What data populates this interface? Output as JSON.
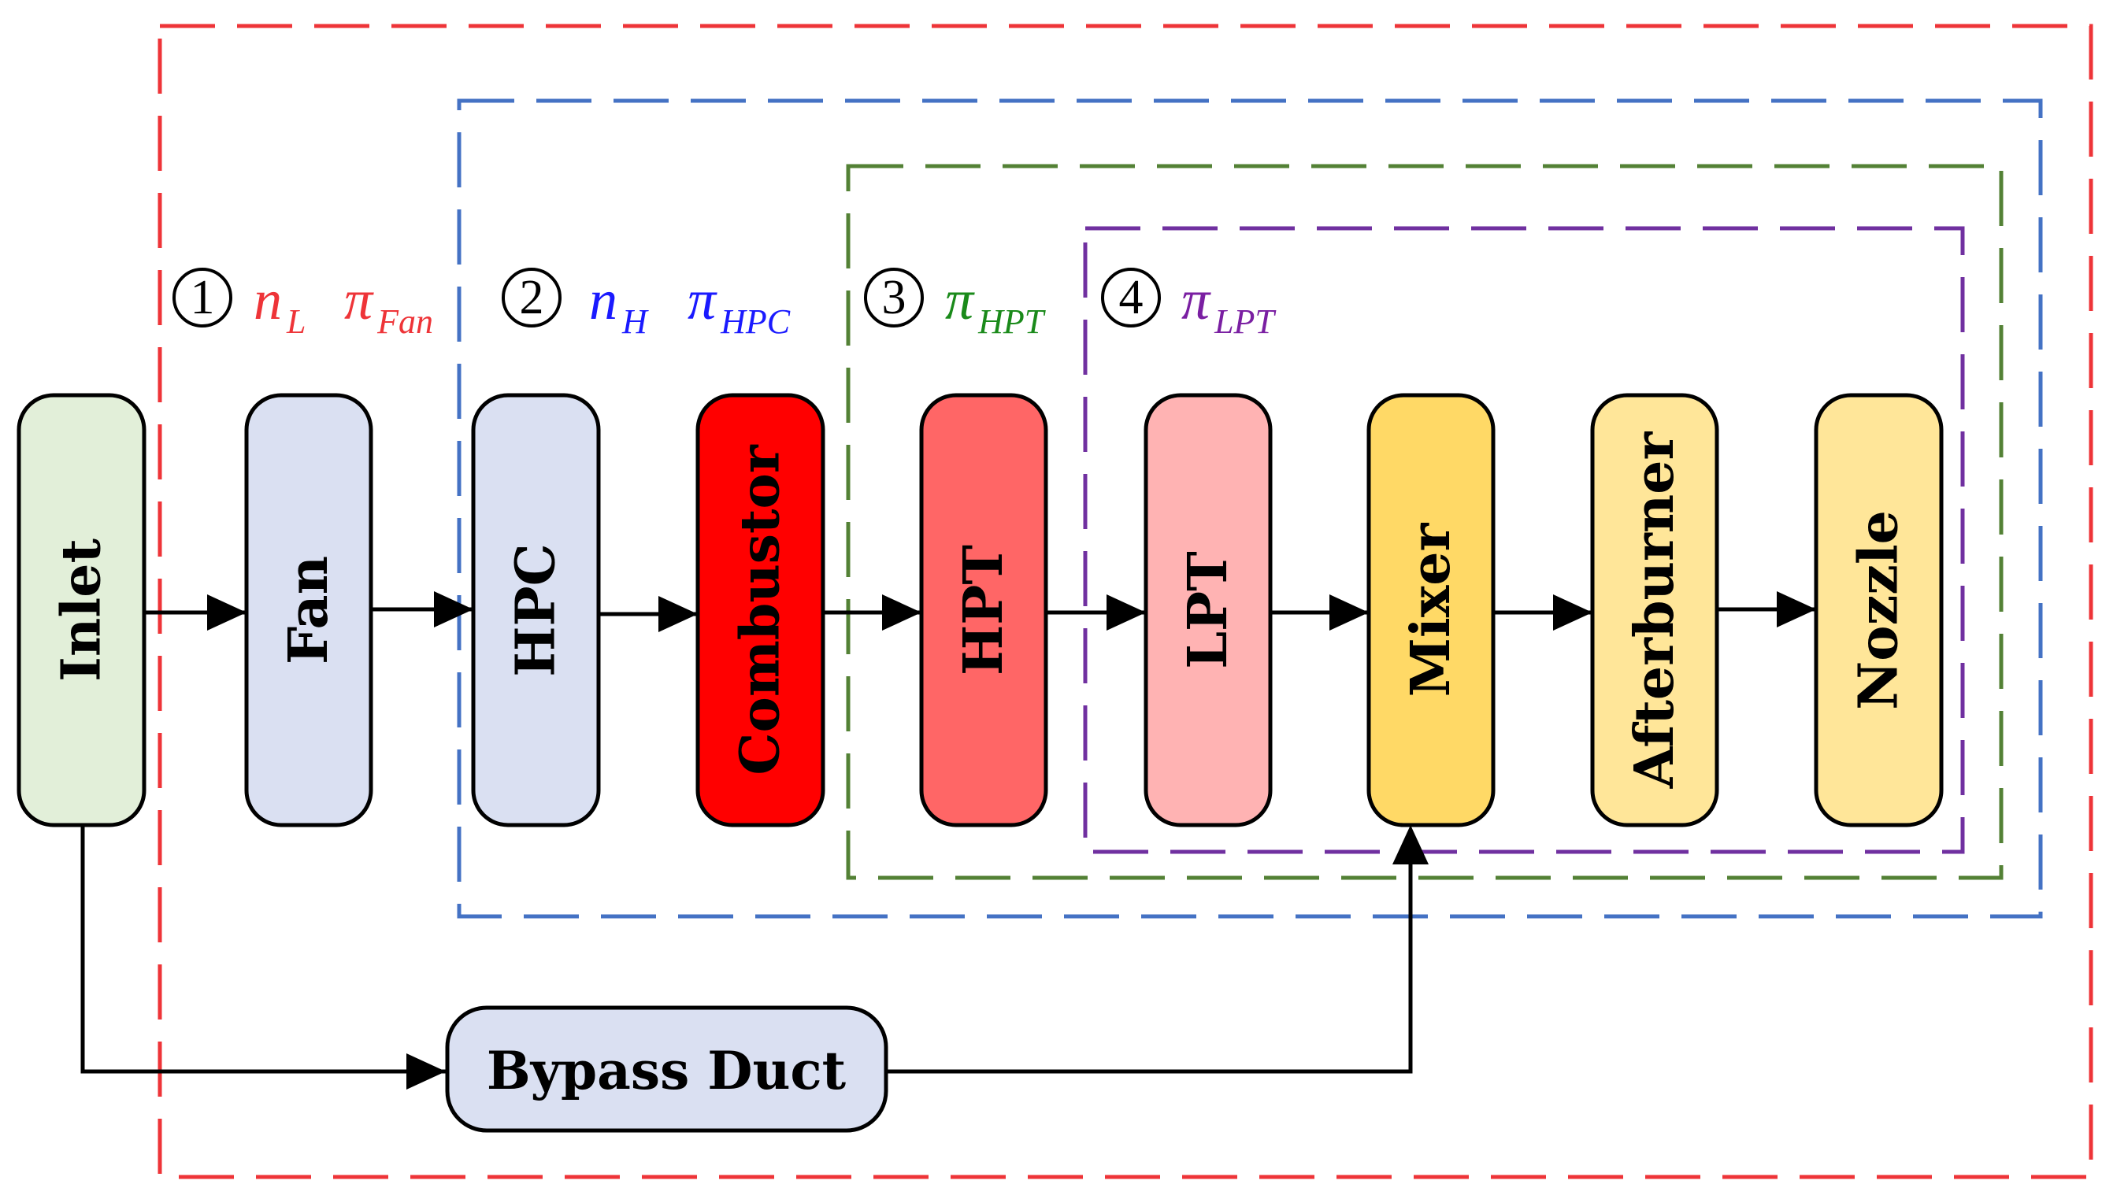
{
  "colors": {
    "red": "#ee3438",
    "blue": "#4472c4",
    "green": "#538135",
    "purple": "#7030a0",
    "label_blue": "#1a1aff",
    "label_green": "#1a8a1a",
    "label_purple": "#7a1fa2"
  },
  "components": [
    {
      "id": "inlet",
      "label": "Inlet",
      "fill": "#e2efd9"
    },
    {
      "id": "fan",
      "label": "Fan",
      "fill": "#dae0f2"
    },
    {
      "id": "hpc",
      "label": "HPC",
      "fill": "#dae0f2"
    },
    {
      "id": "combustor",
      "label": "Combustor",
      "fill": "#ff0000"
    },
    {
      "id": "hpt",
      "label": "HPT",
      "fill": "#ff6666"
    },
    {
      "id": "lpt",
      "label": "LPT",
      "fill": "#ffb3b3"
    },
    {
      "id": "mixer",
      "label": "Mixer",
      "fill": "#ffd966"
    },
    {
      "id": "afterburner",
      "label": "Afterburner",
      "fill": "#ffe699"
    },
    {
      "id": "nozzle",
      "label": "Nozzle",
      "fill": "#ffe699"
    }
  ],
  "bypass": {
    "label": "Bypass Duct",
    "fill": "#dae0f2"
  },
  "groups": [
    {
      "id": "1",
      "number": "1",
      "variables": [
        {
          "symbol": "n",
          "subscript": "L"
        },
        {
          "symbol": "π",
          "subscript": "Fan"
        }
      ]
    },
    {
      "id": "2",
      "number": "2",
      "variables": [
        {
          "symbol": "n",
          "subscript": "H"
        },
        {
          "symbol": "π",
          "subscript": "HPC"
        }
      ]
    },
    {
      "id": "3",
      "number": "3",
      "variables": [
        {
          "symbol": "π",
          "subscript": "HPT"
        }
      ]
    },
    {
      "id": "4",
      "number": "4",
      "variables": [
        {
          "symbol": "π",
          "subscript": "LPT"
        }
      ]
    }
  ]
}
